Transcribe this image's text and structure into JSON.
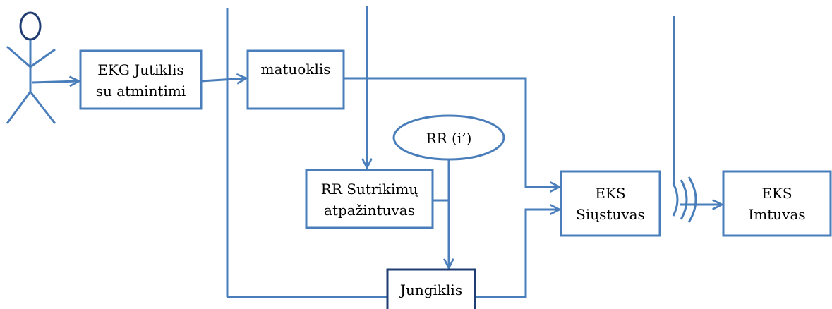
{
  "diagram": {
    "nodes": {
      "ekg_sensor": {
        "line1": "EKG Jutiklis",
        "line2": "su atmintimi"
      },
      "meter": {
        "label": "matuoklis"
      },
      "rr": {
        "label": "RR (i’)"
      },
      "rr_detector": {
        "line1": "RR Sutrikimų",
        "line2": "atpažintuvas"
      },
      "switch": {
        "label": "Jungiklis"
      },
      "transmitter": {
        "line1": "EKS",
        "line2": "Siųstuvas"
      },
      "receiver": {
        "line1": "EKS",
        "line2": "Imtuvas"
      }
    },
    "colors": {
      "line": "#4a7ebb",
      "text": "#000000",
      "switch_border": "#1f3d73"
    }
  }
}
